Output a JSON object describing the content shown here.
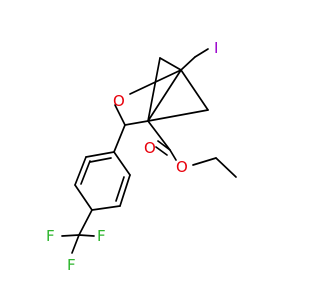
{
  "molecule": {
    "atoms": [
      {
        "id": "I",
        "symbol": "I",
        "color": "#9900cc"
      },
      {
        "id": "O1",
        "symbol": "O",
        "color": "#e8000b"
      },
      {
        "id": "O2",
        "symbol": "O",
        "color": "#e8000b"
      },
      {
        "id": "O3",
        "symbol": "O",
        "color": "#e8000b"
      },
      {
        "id": "F1",
        "symbol": "F",
        "color": "#2db52d"
      },
      {
        "id": "F2",
        "symbol": "F",
        "color": "#2db52d"
      },
      {
        "id": "F3",
        "symbol": "F",
        "color": "#2db52d"
      }
    ],
    "bond_color": "#000000",
    "background": "#ffffff"
  }
}
